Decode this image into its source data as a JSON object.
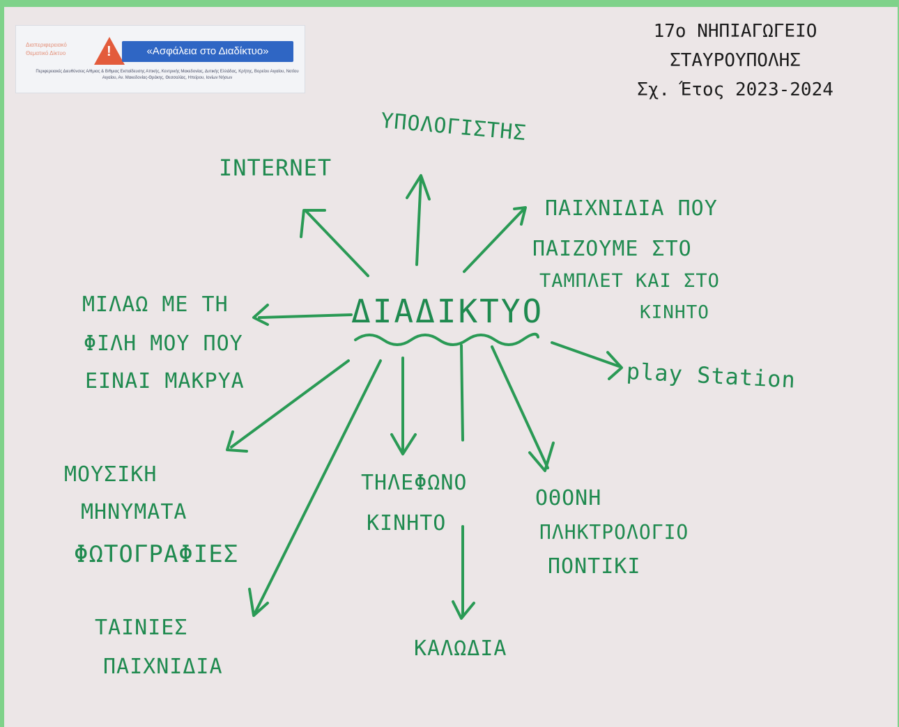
{
  "header": {
    "school_line1": "17ο ΝΗΠΙΑΓΩΓΕΙΟ ΣΤΑΥΡΟΥΠΟΛΗΣ",
    "school_line2": "Σχ. Έτος 2023-2024"
  },
  "badge": {
    "side_text": "Διαπεριφερειακό Θεματικό Δίκτυο",
    "title": "«Ασφάλεια στο Διαδίκτυο»",
    "subtitle": "Περιφερειακές Διευθύνσεις Α/θμιας & Β/θμιας Εκπαίδευσης Αττικής, Κεντρικής Μακεδονίας, Δυτικής Ελλάδας, Κρήτης, Βορείου Αιγαίου, Νοτίου Αιγαίου, Αν. Μακεδονίας-Θράκης, Θεσσαλίας, Ηπείρου, Ιονίων Νήσων"
  },
  "diagram": {
    "center": "ΔΙΑΔΙΚΤΥΟ",
    "nodes": {
      "internet": [
        "INTERNET"
      ],
      "computer": [
        "ΥΠΟΛΟΓΙΣΤΗΣ"
      ],
      "games": [
        "ΠΑΙΧΝΙΔΙΑ ΠΟΥ",
        "ΠΑΙΖΟΥΜΕ ΣΤΟ",
        "ΤΑΜΠΛΕΤ ΚΑΙ ΣΤΟ",
        "ΚΙΝΗΤΟ"
      ],
      "friend": [
        "ΜΙΛΑΩ ΜΕ ΤΗ",
        "ΦΙΛΗ ΜΟΥ ΠΟΥ",
        "ΕΙΝΑΙ ΜΑΚΡΥΑ"
      ],
      "playstation": [
        "play Station"
      ],
      "music": [
        "ΜΟΥΣΙΚΗ",
        "ΜΗΝΥΜΑΤΑ",
        "ΦΩΤΟΓΡΑΦΙΕΣ"
      ],
      "phone": [
        "ΤΗΛΕΦΩΝΟ",
        "ΚΙΝΗΤΟ"
      ],
      "screen": [
        "ΟΘΟΝΗ",
        "ΠΛΗΚΤΡΟΛΟΓΙΟ",
        "ΠΟΝΤΙΚΙ"
      ],
      "movies": [
        "ΤΑΙΝΙΕΣ",
        "ΠΑΙΧΝΙΔΙΑ"
      ],
      "cable": [
        "ΚΑΛΩΔΙΑ"
      ]
    }
  },
  "colors": {
    "marker": "#1f8a4f",
    "arrow": "#2a9a55",
    "paper": "#ece6e7",
    "border": "#7fd28a",
    "badge_title_bg": "#2f66c4",
    "warning": "#e35b3b"
  }
}
